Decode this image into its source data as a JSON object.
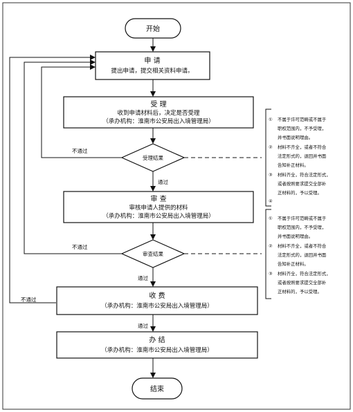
{
  "start": {
    "label": "开始"
  },
  "end": {
    "label": "结束"
  },
  "apply": {
    "title": "申 请",
    "text": "提出申请，提交相关资料申请。"
  },
  "accept": {
    "title": "受 理",
    "line1": "收到申请材料后，决定是否受理",
    "line2": "（承办机构：淮南市公安局出入境管理局）"
  },
  "accept_decision": {
    "label": "受理结果"
  },
  "review": {
    "title": "审 查",
    "line1": "审核申请人提供的材料",
    "line2": "（承办机构：淮南市公安局出入境管理局）"
  },
  "review_decision": {
    "label": "审查结果"
  },
  "fee": {
    "title": "收 费",
    "line1": "（承办机构：淮南市公安局出入境管理局）"
  },
  "finish": {
    "title": "办 结",
    "line1": "（承办机构：淮南市公安局出入境管理局）"
  },
  "edges": {
    "fail1": "不通过",
    "pass1": "通过",
    "fail2": "不通过",
    "pass2": "通过",
    "fail3": "不通过",
    "pass3": "通过"
  },
  "note1": {
    "items": [
      {
        "mark": "①",
        "lines": [
          "不属于许可范畴或不属于",
          "职权范围内，不予受理，",
          "并书面说明理由。"
        ]
      },
      {
        "mark": "②",
        "lines": [
          "材料不齐全，或者不符合",
          "法定形式的，退回并书面",
          "告知补正材料。"
        ]
      },
      {
        "mark": "③",
        "lines": [
          "材料齐全，符合法定形式，",
          "或者按照要求提交全部补",
          "正材料的，予以受理。"
        ]
      },
      {
        "mark": "④",
        "lines": []
      }
    ]
  },
  "note2": {
    "items": [
      {
        "mark": "①",
        "lines": [
          "不属于许可范畴或不属于",
          "职权范围内，不予受理，",
          "并书面说明理由。"
        ]
      },
      {
        "mark": "②",
        "lines": [
          "材料不齐全，或者不符合",
          "法定形式的，退回并书面",
          "告知补正材料。"
        ]
      },
      {
        "mark": "③",
        "lines": [
          "材料齐全，符合法定形式，",
          "或者按照要求提交全部补",
          "正材料的，予以受理。"
        ]
      }
    ]
  }
}
